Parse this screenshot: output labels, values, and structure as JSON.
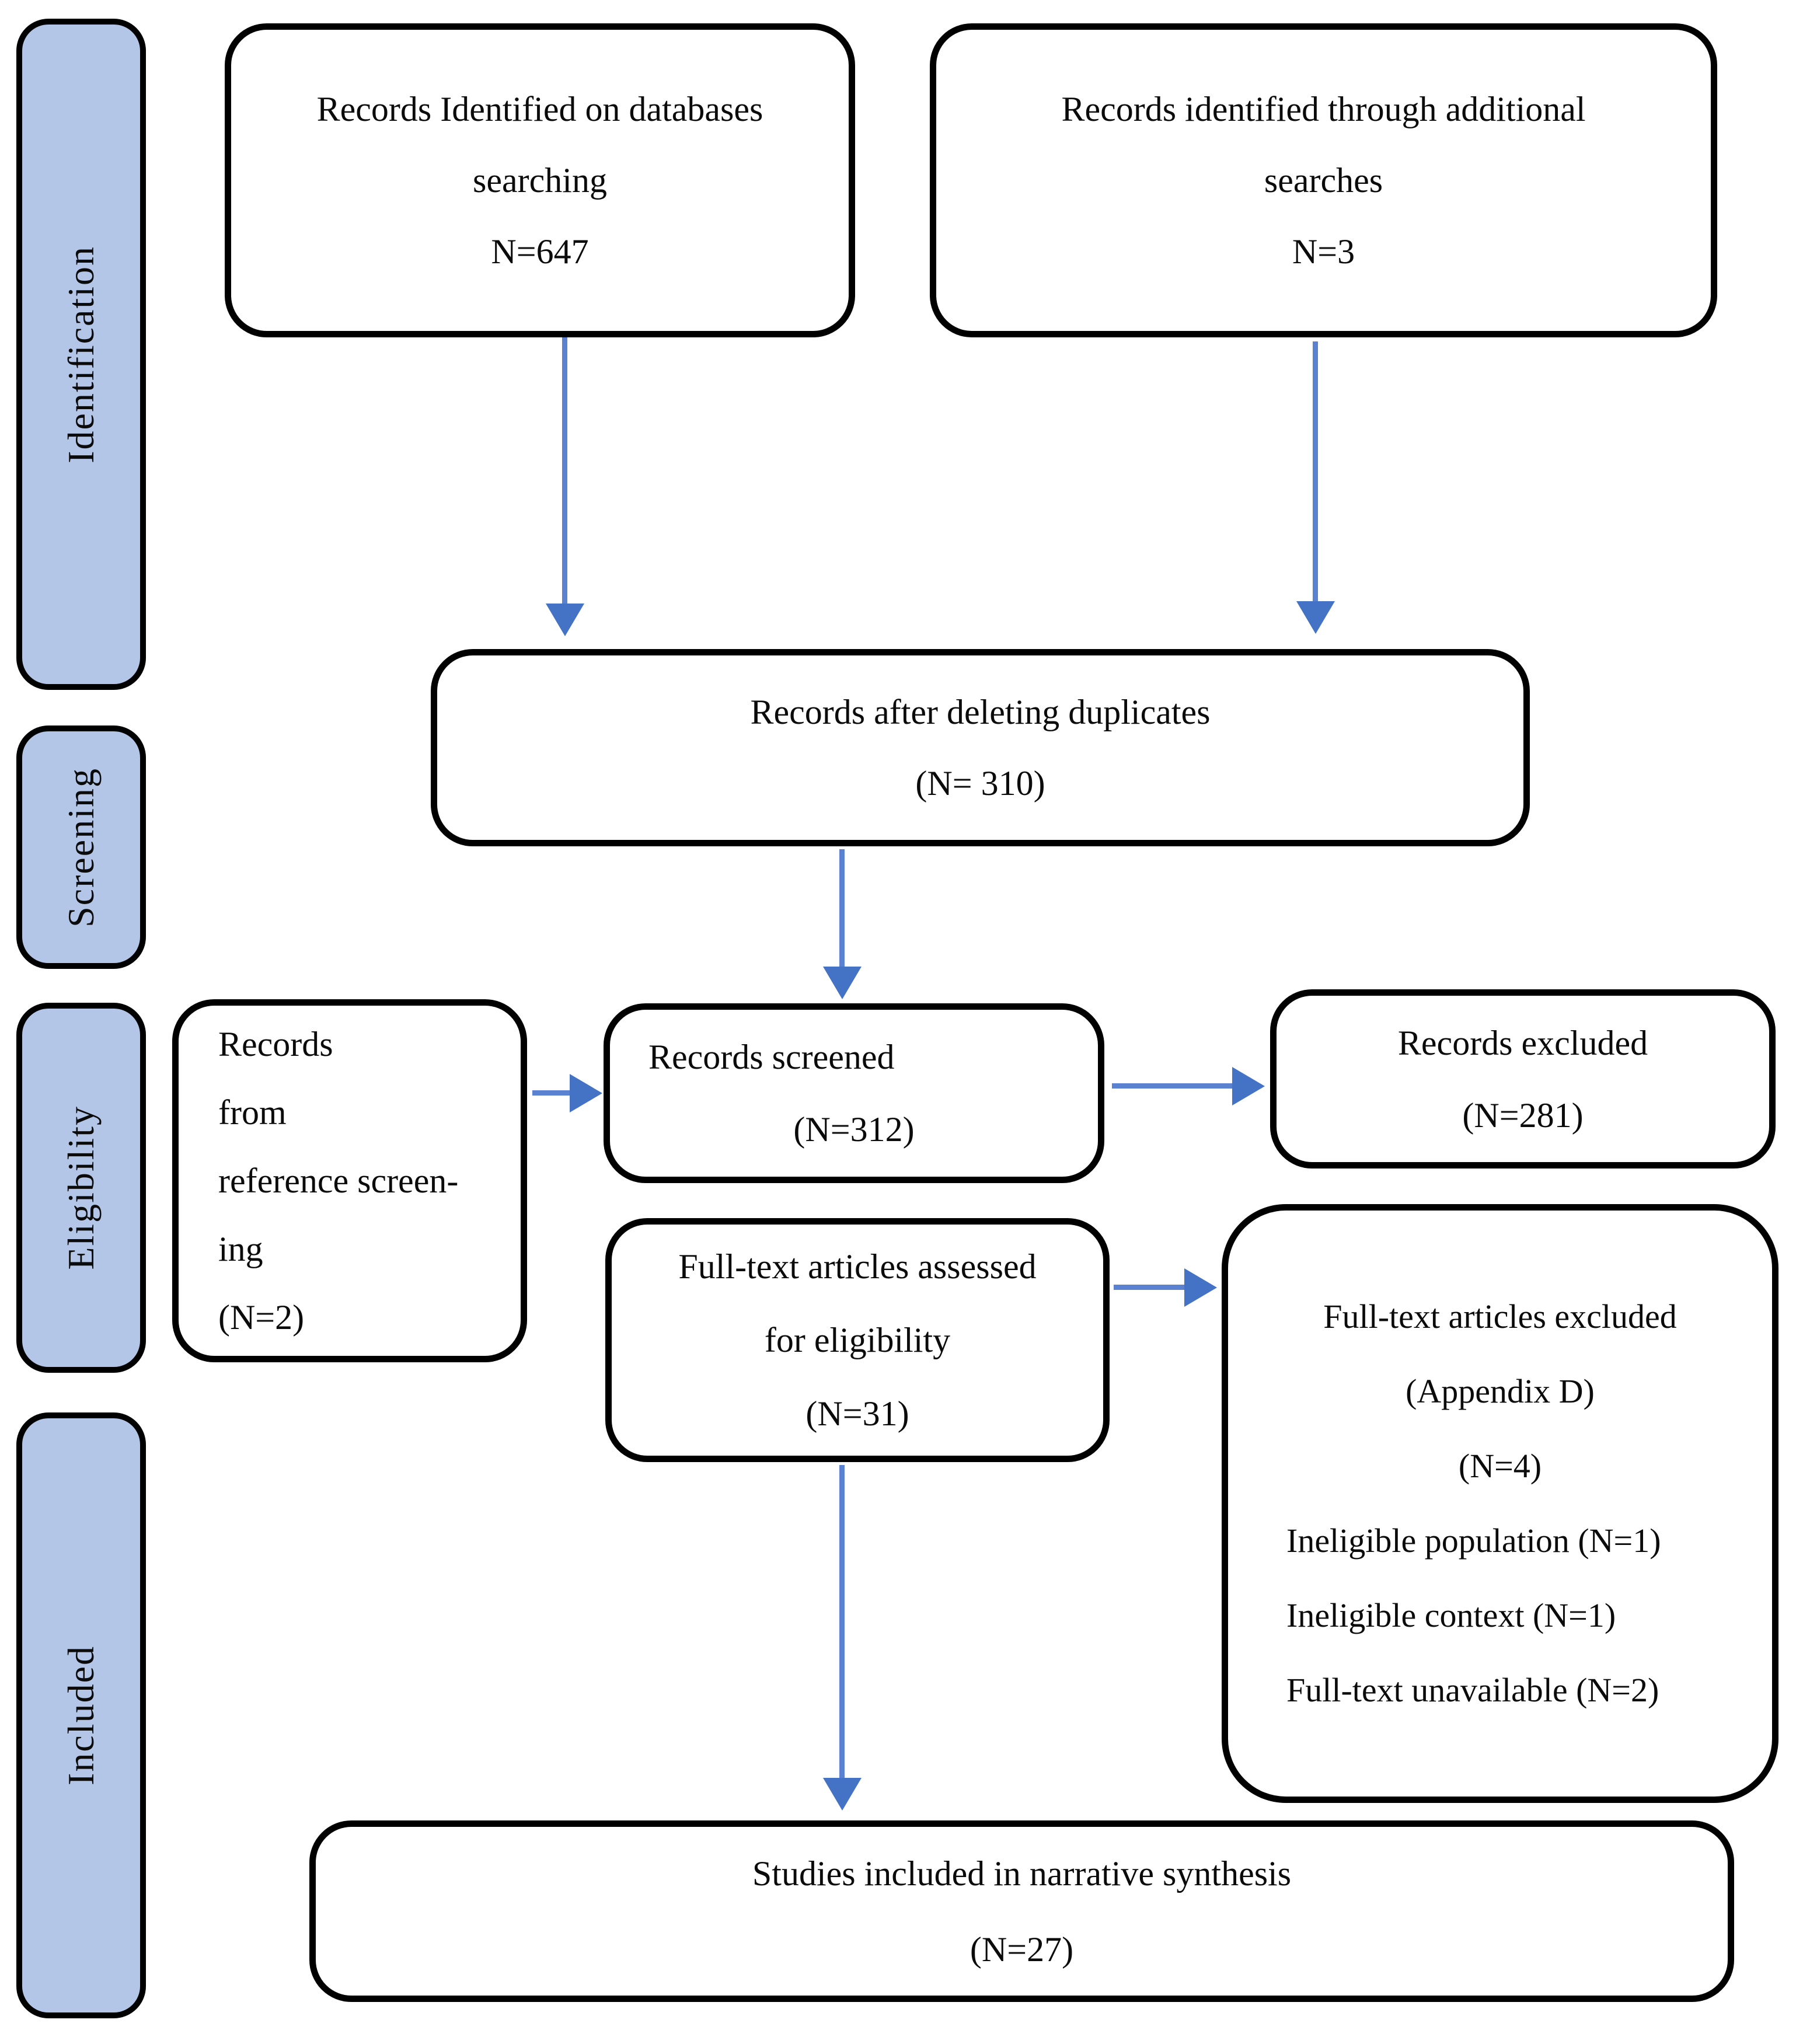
{
  "colors": {
    "arrow_line": "#5b82d1",
    "arrow_head": "#4472c4",
    "sidebar_fill": "#b4c6e7",
    "box_border": "#000000"
  },
  "sidebar": {
    "items": [
      {
        "label": "Identification"
      },
      {
        "label": "Screening"
      },
      {
        "label": "Eligibility"
      },
      {
        "label": "Included"
      }
    ]
  },
  "boxes": {
    "db_search": {
      "line1": "Records Identified on databases",
      "line2": "searching",
      "count": "N=647"
    },
    "additional": {
      "line1": "Records identified through additional",
      "line2": "searches",
      "count": "N=3"
    },
    "duplicates": {
      "line1": "Records after deleting duplicates",
      "count": "(N= 310)"
    },
    "reference": {
      "word1": "Records",
      "word2": "from",
      "line2": "reference screen-",
      "line3": "ing",
      "count": "(N=2)"
    },
    "screened": {
      "line1": "Records screened",
      "count": "(N=312)"
    },
    "excluded": {
      "line1": "Records excluded",
      "count": "(N=281)"
    },
    "assessed": {
      "line1": "Full-text articles assessed",
      "line2": "for eligibility",
      "count": "(N=31)"
    },
    "ft_excluded": {
      "line1": "Full-text articles excluded",
      "line2": "(Appendix D)",
      "line3": "(N=4)",
      "reason1": "Ineligible population (N=1)",
      "reason2": "Ineligible context (N=1)",
      "reason3": "Full-text unavailable (N=2)"
    },
    "included": {
      "line1": "Studies included in narrative synthesis",
      "count": "(N=27)"
    }
  }
}
